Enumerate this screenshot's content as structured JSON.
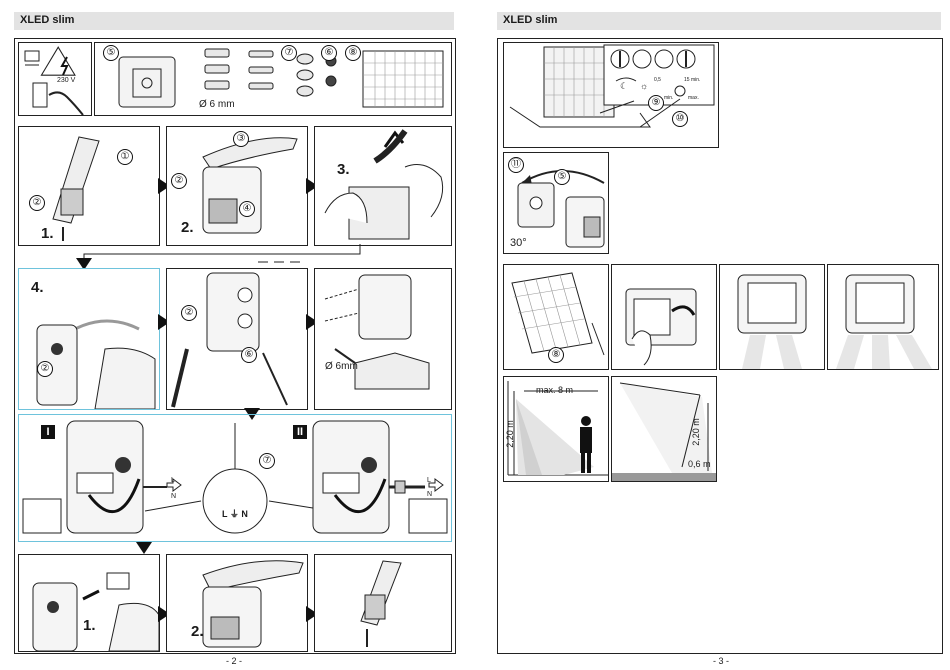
{
  "header": {
    "title_left": "XLED slim",
    "title_right": "XLED slim"
  },
  "page_numbers": {
    "left": "- 2 -",
    "right": "- 3 -"
  },
  "labels": {
    "voltage": "230 V",
    "drill_diameter": "Ø 6 mm",
    "drill_diameter_2": "Ø 6mm",
    "angle": "30°",
    "max_range": "max. 8 m",
    "height": "2,20 m",
    "height_2": "2,20 m",
    "offset": "0,6 m",
    "dial_min_1": "min.",
    "dial_max": "max.",
    "dial_5s": "0,5",
    "dial_15min": "15 min.",
    "terminals": "L ⏚ N",
    "wire_L": "L",
    "wire_N": "N"
  },
  "steps": {
    "s1": "1.",
    "s2": "2.",
    "s3": "3.",
    "s4": "4.",
    "b1": "1.",
    "b2": "2."
  },
  "callouts": {
    "c1": "①",
    "c2": "②",
    "c3": "③",
    "c4": "④",
    "c5": "⑤",
    "c6": "⑥",
    "c7": "⑦",
    "c8": "⑧",
    "c9": "⑨",
    "c10": "⑩",
    "c11": "⑪"
  },
  "roman": {
    "r1": "I",
    "r2": "II"
  },
  "colors": {
    "accent_blue": "#6ec3dc",
    "header_gray": "#e3e3e3",
    "line": "#222222"
  }
}
